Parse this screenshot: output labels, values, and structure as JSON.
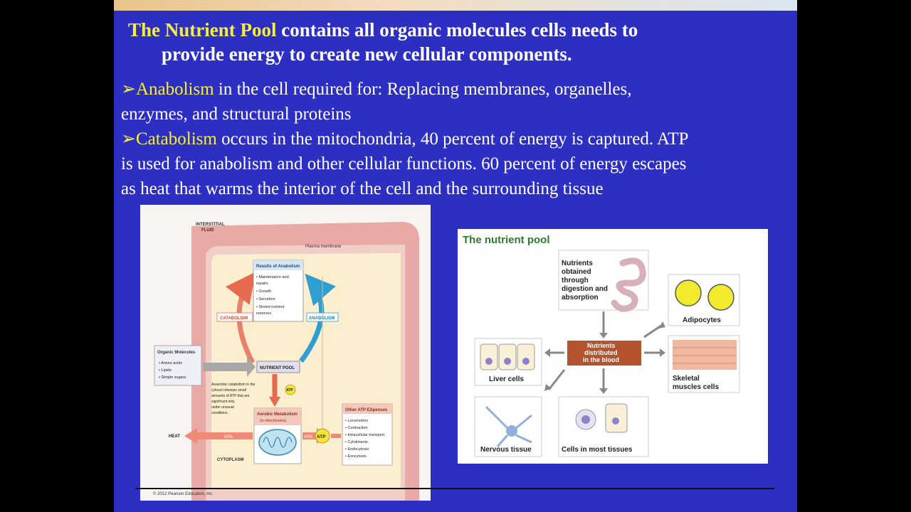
{
  "title": {
    "highlight": "The Nutrient Pool",
    "rest": " contains all organic molecules cells needs to",
    "line2": "provide energy to create new cellular components."
  },
  "bullets": [
    {
      "arrow": "➢",
      "term": "Anabolism",
      "text": " in the cell required for: Replacing membranes, organelles,",
      "text2": "enzymes, and structural proteins"
    },
    {
      "arrow": "➢",
      "term": "Catabolism",
      "text": " occurs in the mitochondria, 40 percent of energy is captured. ATP",
      "text2": "is used for anabolism and other cellular functions. 60 percent of energy escapes",
      "text3": "as heat that warms the interior of the cell and the surrounding tissue"
    }
  ],
  "left_figure": {
    "interstitial1": "INTERSTITIAL",
    "interstitial2": "FLUID",
    "plasma_membrane": "Plasma membrane",
    "results_title": "Results of Anabolism",
    "results_items": [
      "• Maintenance and",
      "  repairs",
      "• Growth",
      "• Secretion",
      "• Stored nutrient",
      "  reserves"
    ],
    "catabolism": "CATABOLISM",
    "anabolism": "ANABOLISM",
    "organic_title": "Organic Molecules",
    "organic_items": [
      "• Amino acids",
      "• Lipids",
      "• Simple sugars"
    ],
    "nutrient_pool": "NUTRIENT POOL",
    "anaerobic": [
      "Anaerobic catabolism in the",
      "cytosol releases small",
      "amounts of ATP that are",
      "significant only",
      "under unusual",
      "conditions."
    ],
    "atp_small": "ATP",
    "aerobic_title": "Aerobic Metabolism",
    "aerobic_sub": "(in mitochondria)",
    "heat": "HEAT",
    "pct60": "60%",
    "pct40": "40%",
    "atp": "ATP",
    "other_title": "Other ATP EXpenses",
    "other_items": [
      "• Locomotion",
      "• Contraction",
      "• Intracellular transport",
      "• Cytokinesis",
      "• Endocytosis",
      "• Exocytosis"
    ],
    "cytoplasm": "CYTOPLASM",
    "copyright": "© 2012 Pearson Education, Inc."
  },
  "right_figure": {
    "title": "The nutrient pool",
    "nutrients": [
      "Nutrients",
      "obtained",
      "through",
      "digestion and",
      "absorption"
    ],
    "blood": [
      "Nutrients",
      "distributed",
      "in the blood"
    ],
    "adipocytes": "Adipocytes",
    "liver": "Liver cells",
    "skeletal1": "Skeletal",
    "skeletal2": "muscles cells",
    "nervous": "Nervous tissue",
    "most": "Cells in most tissues"
  },
  "colors": {
    "slide_bg": "#2c2fc2",
    "highlight": "#f6ef3a",
    "catabolism": "#e07060",
    "anabolism": "#3aa0c8",
    "blood_box": "#b5532e",
    "right_title": "#2f7a2f"
  }
}
